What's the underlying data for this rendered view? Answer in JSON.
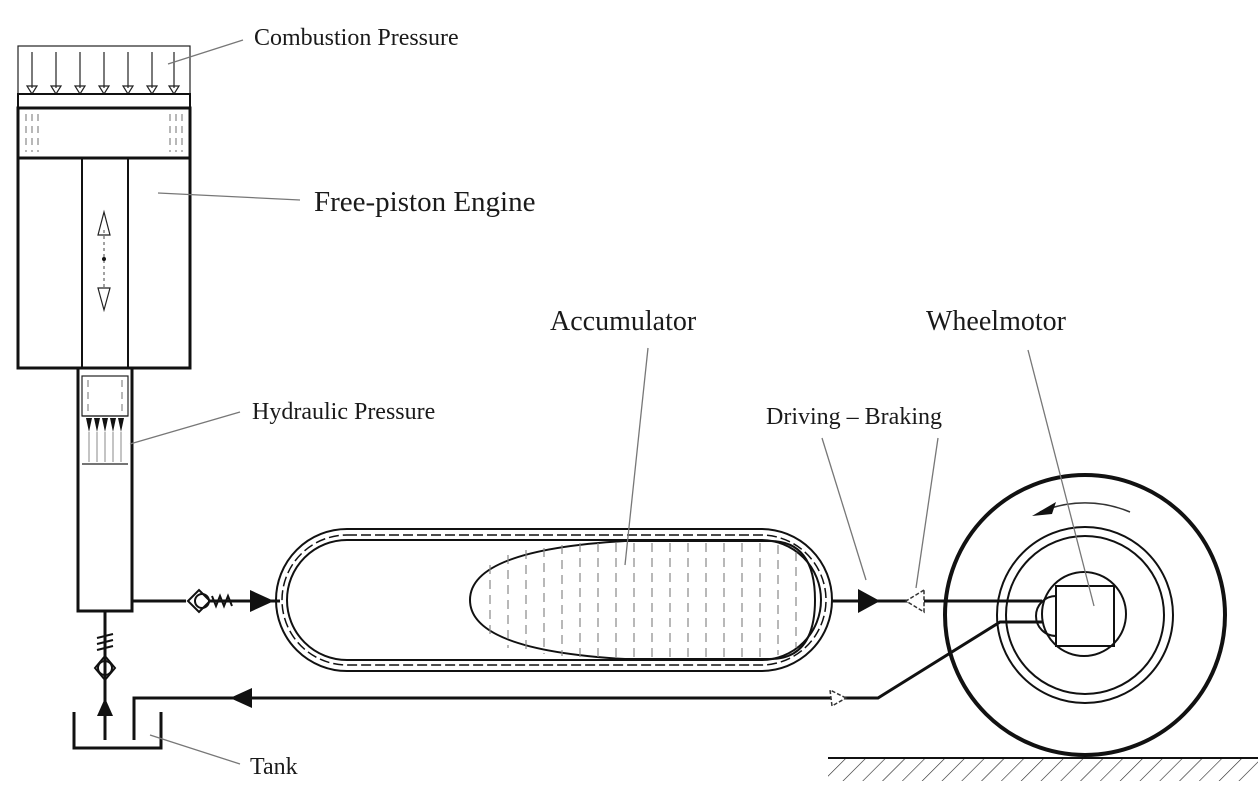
{
  "diagram": {
    "type": "hydraulic free-piston engine drivetrain schematic",
    "labels": {
      "combustion_pressure": "Combustion Pressure",
      "free_piston_engine": "Free-piston Engine",
      "hydraulic_pressure": "Hydraulic Pressure",
      "accumulator": "Accumulator",
      "wheelmotor": "Wheelmotor",
      "driving_braking": "Driving – Braking",
      "tank": "Tank"
    },
    "components": [
      "combustion-chamber",
      "free-piston",
      "hydraulic-pump-chamber",
      "check-valve-outlet",
      "check-valve-inlet",
      "accumulator",
      "wheel-motor",
      "wheel",
      "tank",
      "ground"
    ],
    "colors": {
      "line": "#111111",
      "leader": "#777777",
      "background": "#ffffff"
    }
  }
}
